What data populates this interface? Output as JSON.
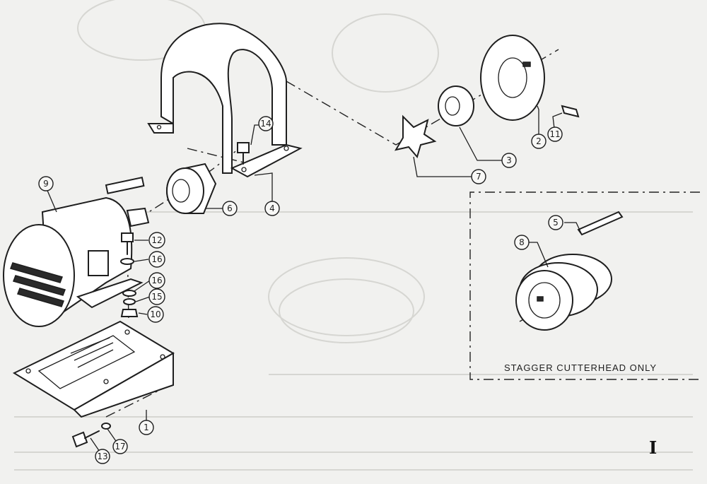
{
  "diagram": {
    "callouts": [
      {
        "id": "c1",
        "label": "1"
      },
      {
        "id": "c2",
        "label": "2"
      },
      {
        "id": "c3",
        "label": "3"
      },
      {
        "id": "c4",
        "label": "4"
      },
      {
        "id": "c5",
        "label": "5"
      },
      {
        "id": "c6",
        "label": "6"
      },
      {
        "id": "c7",
        "label": "7"
      },
      {
        "id": "c8",
        "label": "8"
      },
      {
        "id": "c9",
        "label": "9"
      },
      {
        "id": "c10",
        "label": "10"
      },
      {
        "id": "c11",
        "label": "11"
      },
      {
        "id": "c12",
        "label": "12"
      },
      {
        "id": "c13",
        "label": "13"
      },
      {
        "id": "c14",
        "label": "14"
      },
      {
        "id": "c15",
        "label": "15"
      },
      {
        "id": "c16a",
        "label": "16"
      },
      {
        "id": "c16b",
        "label": "16"
      },
      {
        "id": "c17",
        "label": "17"
      }
    ],
    "inset_caption": "STAGGER CUTTERHEAD ONLY",
    "page_mark": "I"
  }
}
